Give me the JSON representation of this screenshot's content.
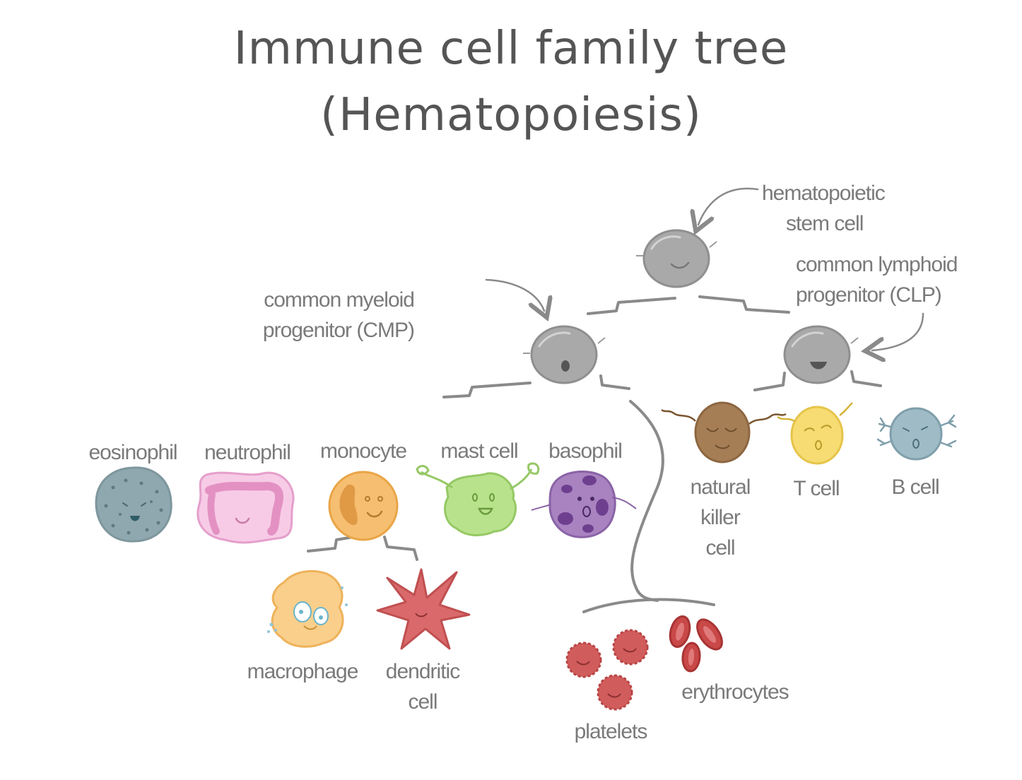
{
  "title": {
    "line1": "Immune cell family tree",
    "line2": "(Hematopoiesis)"
  },
  "labels": {
    "hsc": [
      "hematopoietic",
      "stem cell"
    ],
    "cmp": [
      "common myeloid",
      "progenitor (CMP)"
    ],
    "clp": [
      "common lymphoid",
      "progenitor (CLP)"
    ],
    "eosinophil": "eosinophil",
    "neutrophil": "neutrophil",
    "monocyte": "monocyte",
    "mast_cell": "mast cell",
    "basophil": "basophil",
    "nk_cell": [
      "natural",
      "killer",
      "cell"
    ],
    "t_cell": "T cell",
    "b_cell": "B cell",
    "macrophage": "macrophage",
    "dendritic_cell": [
      "dendritic",
      "cell"
    ],
    "platelets": "platelets",
    "erythrocytes": "erythrocytes"
  },
  "colors": {
    "line": "#8a8a8a",
    "progenitor": "#a9a9a9",
    "eosinophil": "#8fa7ae",
    "neutrophil": "#f5c6e4",
    "monocyte": "#f6be70",
    "mast_cell": "#b8e38c",
    "basophil": "#9f7ab8",
    "nk_cell": "#a57e55",
    "t_cell": "#f6dc72",
    "b_cell": "#9fbcc6",
    "macrophage": "#f9cf8b",
    "dendritic_cell": "#d9696a",
    "platelets": "#d15c5c",
    "erythrocytes": "#c94848"
  }
}
